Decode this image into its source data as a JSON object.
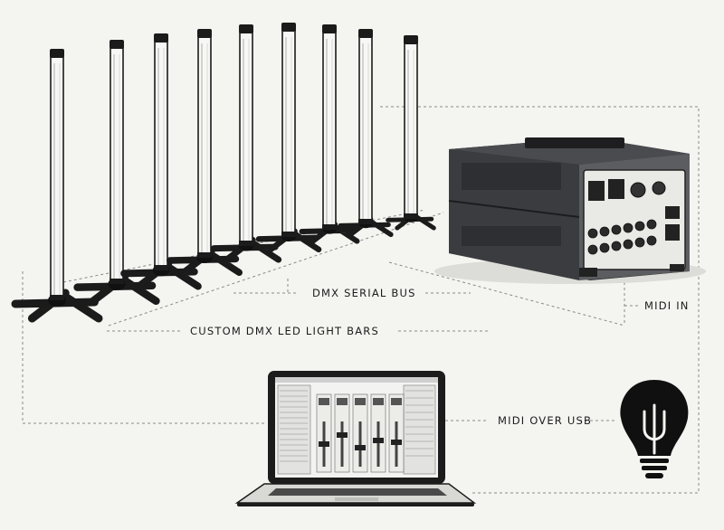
{
  "labels": {
    "dmx_serial_bus": "DMX SERIAL BUS",
    "custom_light_bars": "CUSTOM DMX LED LIGHT BARS",
    "midi_in": "MIDI IN",
    "midi_over_usb": "MIDI OVER USB"
  },
  "light_bars": {
    "count": 9
  },
  "colors": {
    "background": "#f4f4f1",
    "ink": "#1b1b1b",
    "device_body": "#3a3b3d",
    "panel": "#e9e9e6",
    "logo": "#101010"
  },
  "icons": [
    "light-bar-icon",
    "dmx-controller-icon",
    "laptop-icon",
    "bulb-logo-icon"
  ]
}
